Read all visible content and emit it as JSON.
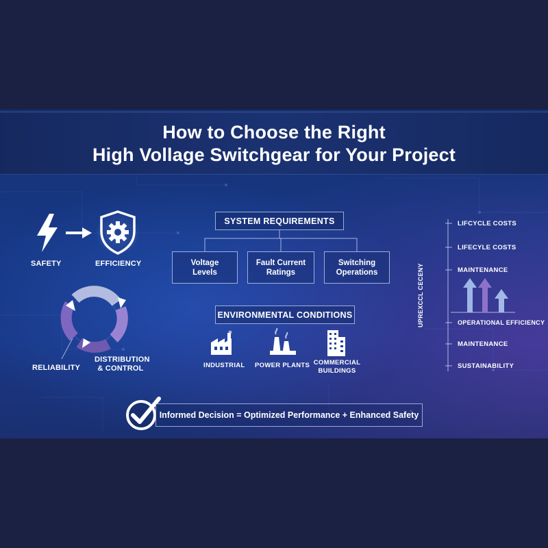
{
  "title": {
    "line1": "How to Choose the Right",
    "line2": "High Vollage Switchgear for Your Project"
  },
  "left": {
    "safety_label": "SAFETY",
    "efficiency_label": "EFFICIENCY",
    "reliability_label": "RELIABILITY",
    "distribution_label_1": "DISTRIBUTION",
    "distribution_label_2": "& CONTROL"
  },
  "center": {
    "system_requirements": "SYSTEM REQUIREMENTS",
    "sub_boxes": [
      {
        "line1": "Voltage",
        "line2": "Levels"
      },
      {
        "line1": "Fault Current",
        "line2": "Ratings"
      },
      {
        "line1": "Switching",
        "line2": "Operations"
      }
    ],
    "environmental_conditions": "ENVIRONMENTAL CONDITIONS",
    "facilities": [
      {
        "label": "INDUSTRIAL",
        "icon": "factory-icon"
      },
      {
        "label": "POWER PLANTS",
        "icon": "power-plant-icon"
      },
      {
        "label_1": "COMMERCIAL",
        "label_2": "BUILDINGS",
        "icon": "building-icon"
      }
    ]
  },
  "right": {
    "vertical_label": "UPREXCCL CECENY",
    "items_top": [
      "LIFCYCLE COSTS",
      "LIFECYLE COSTS",
      "MAINTENANCE"
    ],
    "items_bottom": [
      "OPERATIONAL EFFICIENCY",
      "MAINTENANCE",
      "SUSTAINABILITY"
    ]
  },
  "decision": {
    "text": "Informed Decision = Optimized Performance + Enhanced Safety"
  },
  "colors": {
    "background": "#1a2142",
    "panel": "#173a86",
    "accent_purple": "#8a72c8",
    "accent_blue": "#7aa0e0",
    "text": "#ffffff"
  }
}
